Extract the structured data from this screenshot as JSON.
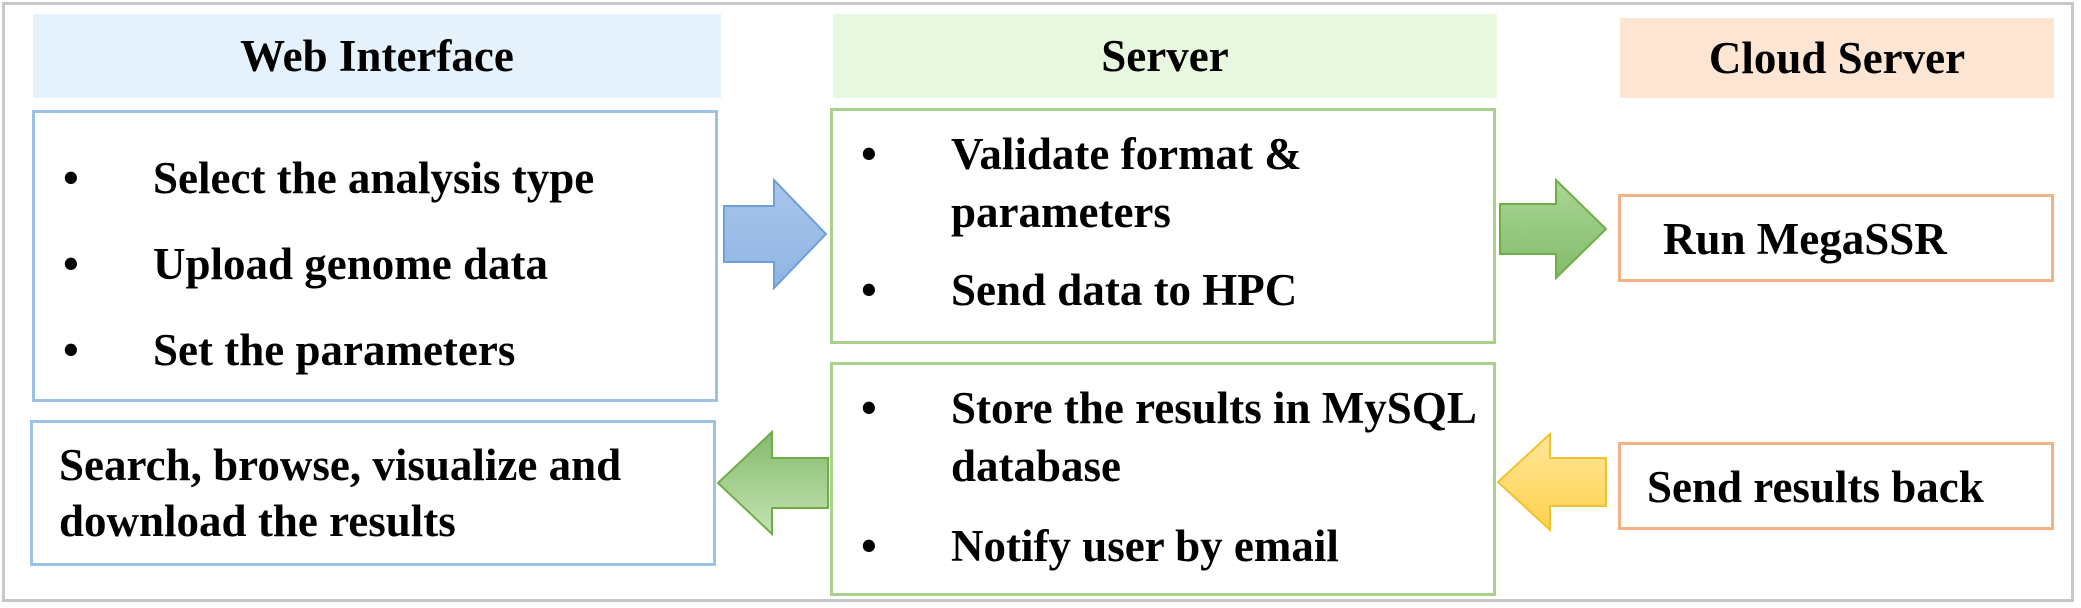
{
  "headers": {
    "web": "Web Interface",
    "server": "Server",
    "cloud": "Cloud Server"
  },
  "web_steps": {
    "bullet": "•",
    "items": [
      "Select the analysis type",
      "Upload genome data",
      "Set the parameters"
    ]
  },
  "web_results": "Search, browse, visualize and download the results",
  "server_top": {
    "items": [
      "Validate format & parameters",
      "Send data to HPC"
    ]
  },
  "server_bottom": {
    "items": [
      "Store  the results in MySQL database",
      "Notify user by email"
    ]
  },
  "cloud_run": "Run MegaSSR",
  "cloud_send": "Send results back",
  "colors": {
    "blue_header": "#e6f2fb",
    "green_header": "#e8f8e0",
    "orange_header": "#fde5d4",
    "blue_border": "#9cc3e6",
    "green_border": "#a9d18e",
    "orange_border": "#f4b183",
    "arrow_blue": "#8fb4e3",
    "arrow_green": "#90c47a",
    "arrow_yellow": "#ffd966"
  },
  "icons": [
    "arrow-right-blue-icon",
    "arrow-right-green-icon",
    "arrow-left-yellow-icon",
    "arrow-left-green-icon"
  ]
}
